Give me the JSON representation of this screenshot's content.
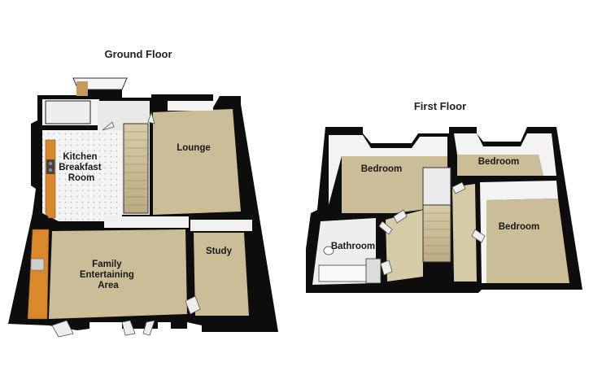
{
  "floors": [
    {
      "title": "Ground Floor",
      "rooms": [
        {
          "id": "kitchen",
          "label_lines": [
            "Kitchen",
            "Breakfast",
            "Room"
          ]
        },
        {
          "id": "lounge",
          "label_lines": [
            "Lounge"
          ]
        },
        {
          "id": "family",
          "label_lines": [
            "Family",
            "Entertaining",
            "Area"
          ]
        },
        {
          "id": "study",
          "label_lines": [
            "Study"
          ]
        }
      ]
    },
    {
      "title": "First Floor",
      "rooms": [
        {
          "id": "bedroom1",
          "label_lines": [
            "Bedroom"
          ]
        },
        {
          "id": "bedroom2",
          "label_lines": [
            "Bedroom"
          ]
        },
        {
          "id": "bedroom3",
          "label_lines": [
            "Bedroom"
          ]
        },
        {
          "id": "bathroom",
          "label_lines": [
            "Bathroom"
          ]
        }
      ]
    }
  ],
  "colors": {
    "wall": "#0d0d0d",
    "carpet": "#cabd97",
    "tile": "#f2f2f2",
    "worktop": "#d9892b"
  }
}
